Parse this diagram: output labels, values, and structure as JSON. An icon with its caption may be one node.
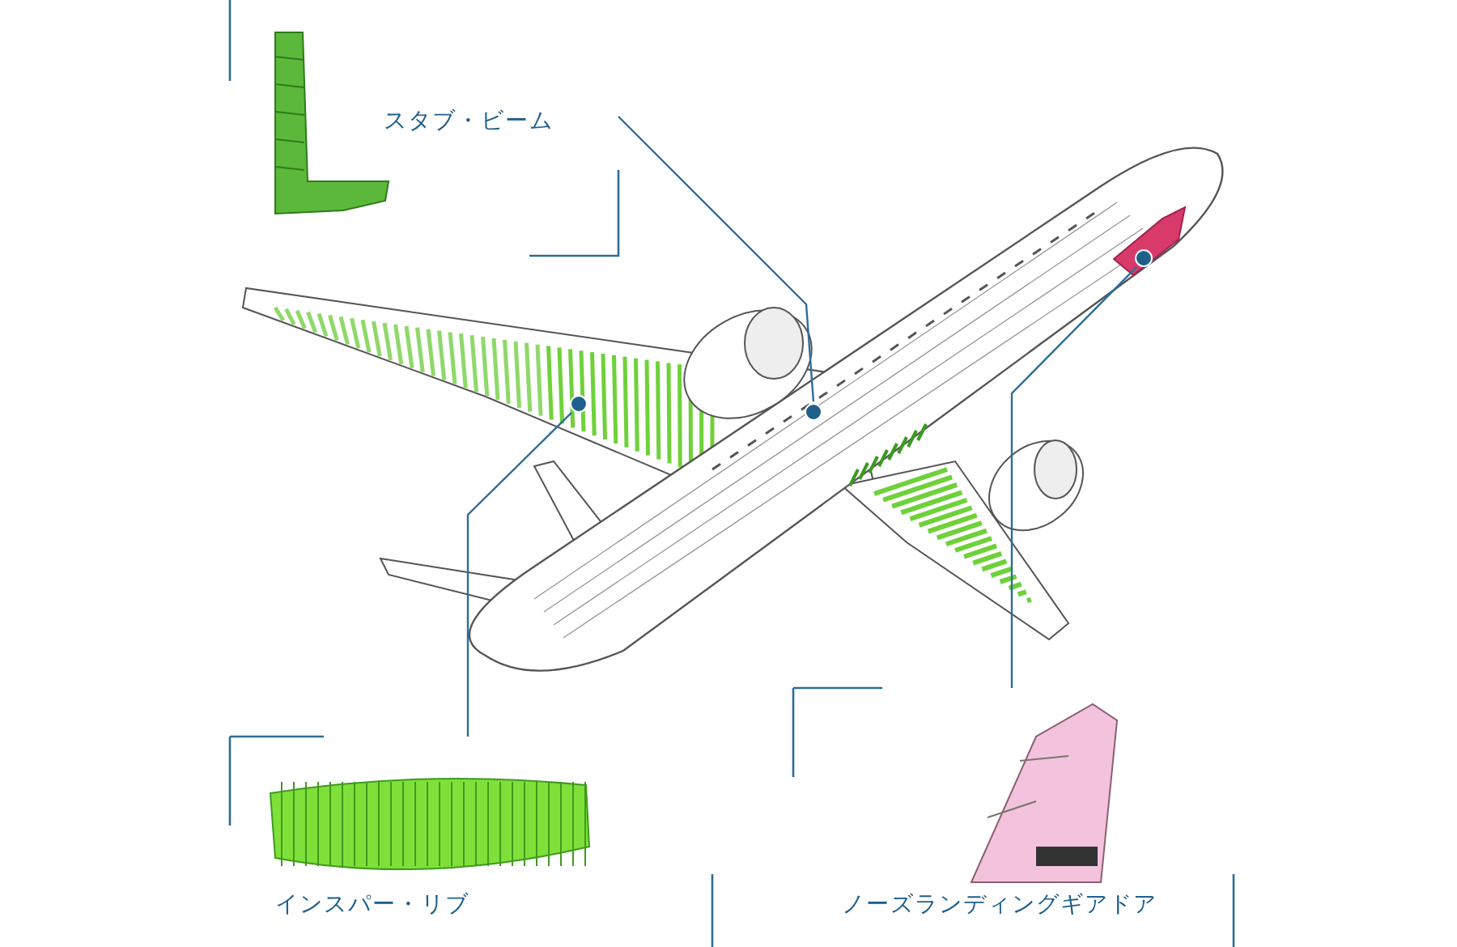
{
  "diagram": {
    "nodes": [
      {
        "text": [
          "スタブ・ビーム"
        ]
      },
      {
        "text": [
          "インスパー・リブ"
        ]
      },
      {
        "text": [
          "ノーズランディングギアドア"
        ]
      },
      {
        "text": [],
        "shape": "circle"
      },
      {
        "text": [],
        "shape": "circle"
      },
      {
        "text": [],
        "shape": "circle"
      }
    ],
    "edges": [
      {
        "from": 0,
        "to": 3,
        "arrow": "none"
      },
      {
        "from": 1,
        "to": 4,
        "arrow": "none"
      },
      {
        "from": 2,
        "to": 5,
        "arrow": "none"
      }
    ]
  }
}
